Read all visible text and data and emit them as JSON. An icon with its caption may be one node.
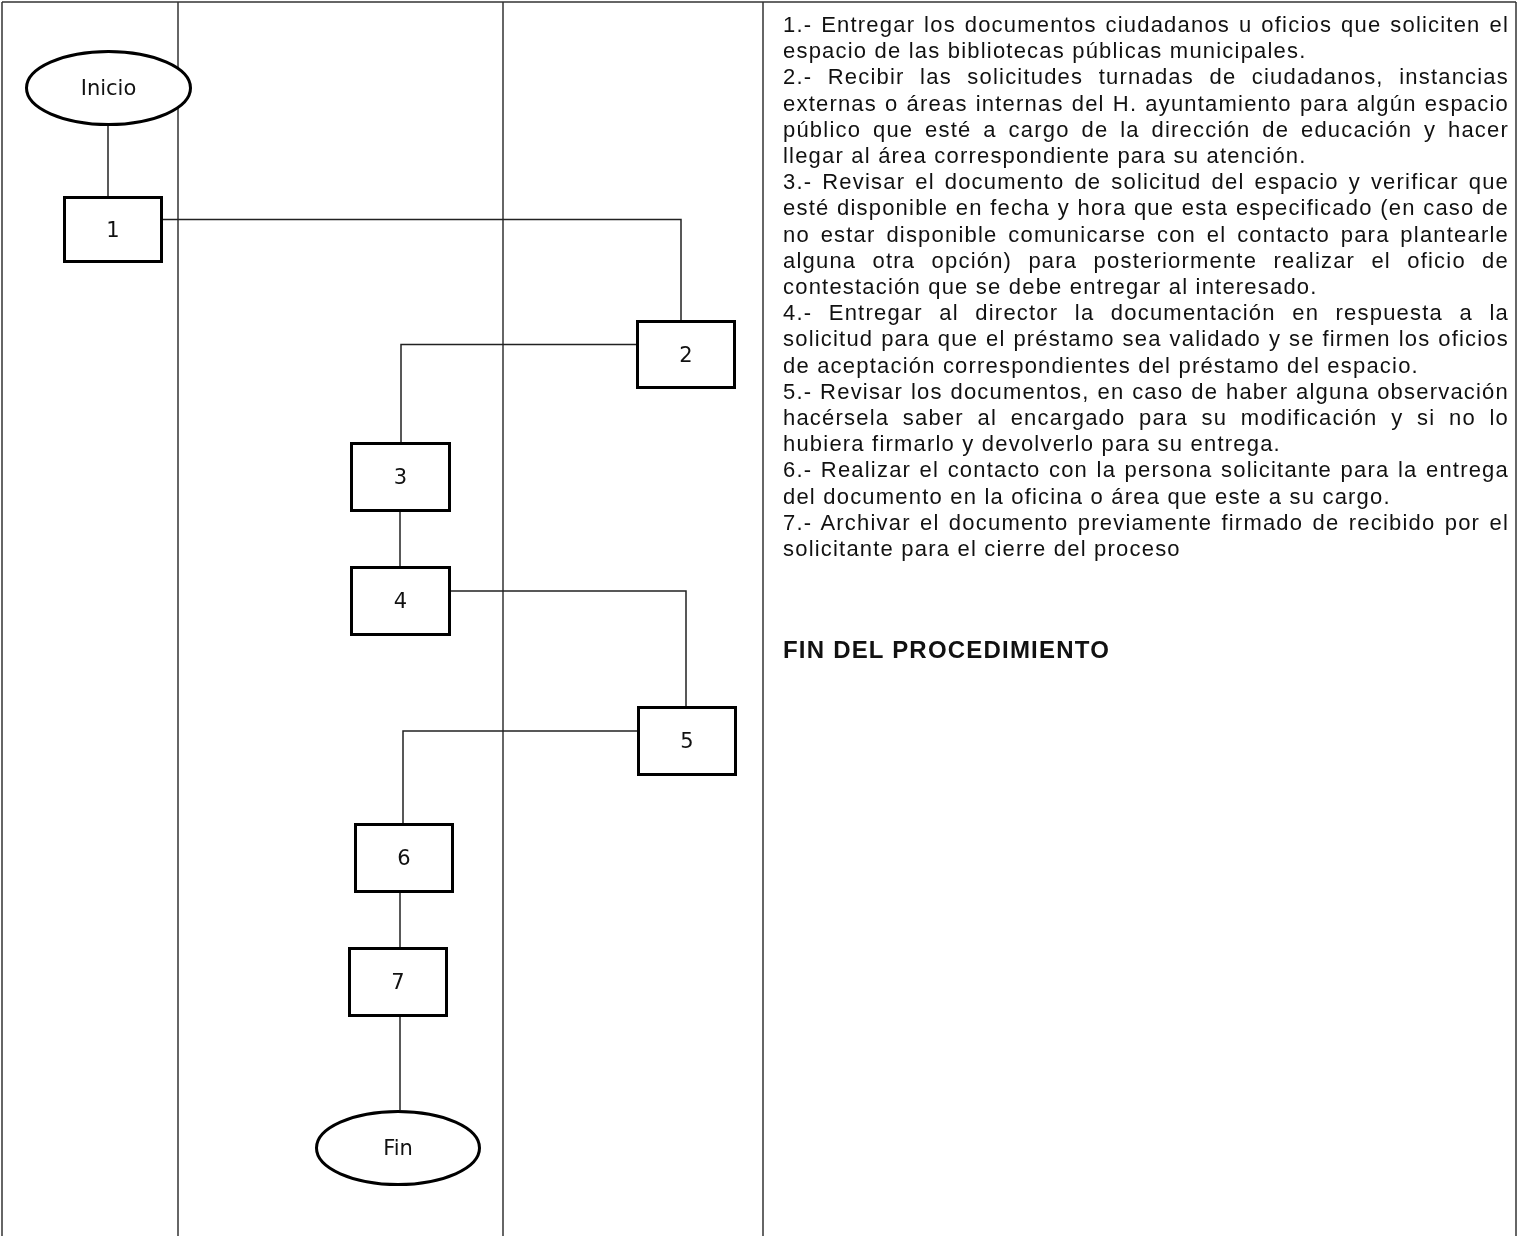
{
  "diagram": {
    "nodes": [
      {
        "text": [
          "Inicio"
        ]
      },
      {
        "text": [
          "1"
        ]
      },
      {
        "text": [
          "2"
        ]
      },
      {
        "text": [
          "3"
        ]
      },
      {
        "text": [
          "4"
        ]
      },
      {
        "text": [
          "5"
        ]
      },
      {
        "text": [
          "6"
        ]
      },
      {
        "text": [
          "7"
        ]
      },
      {
        "text": [
          "Fin"
        ]
      }
    ],
    "edges": [
      {
        "from": 0,
        "to": 1,
        "arrow": "none"
      },
      {
        "from": 1,
        "to": 2,
        "arrow": "none"
      },
      {
        "from": 2,
        "to": 3,
        "arrow": "none"
      },
      {
        "from": 3,
        "to": 4,
        "arrow": "none"
      },
      {
        "from": 4,
        "to": 5,
        "arrow": "none"
      },
      {
        "from": 5,
        "to": 6,
        "arrow": "none"
      },
      {
        "from": 6,
        "to": 7,
        "arrow": "none"
      },
      {
        "from": 7,
        "to": 8,
        "arrow": "none"
      }
    ],
    "labels": [
      "1.- Entregar los documentos ciudadanos u oficios que soliciten el espacio de las bibliotecas públicas municipales.",
      "2.- Recibir las solicitudes turnadas de ciudadanos, instancias externas o áreas internas del H. ayuntamiento para algún espacio público que esté a cargo de la dirección de educación y hacer llegar al área correspondiente para su atención.",
      "3.- Revisar el documento de solicitud del espacio y verificar que esté disponible en fecha y hora que esta especificado (en caso de no estar disponible comunicarse con el contacto para plantearle alguna otra opción) para posteriormente realizar el oficio de contestación que se debe entregar al interesado.",
      "4.- Entregar al director la documentación en respuesta a la solicitud para que el préstamo sea validado y se firmen los oficios de aceptación correspondientes del préstamo del espacio.",
      "5.- Revisar los documentos, en caso de haber alguna observación hacérsela saber al encargado para su modificación y si no lo hubiera firmarlo y devolverlo para su entrega.",
      "6.- Realizar el contacto con la persona solicitante para la entrega del documento en la oficina o área que este a su cargo.",
      "7.- Archivar el documento previamente firmado de recibido por el solicitante para el cierre del proceso",
      "FIN DEL PROCEDIMIENTO"
    ]
  }
}
